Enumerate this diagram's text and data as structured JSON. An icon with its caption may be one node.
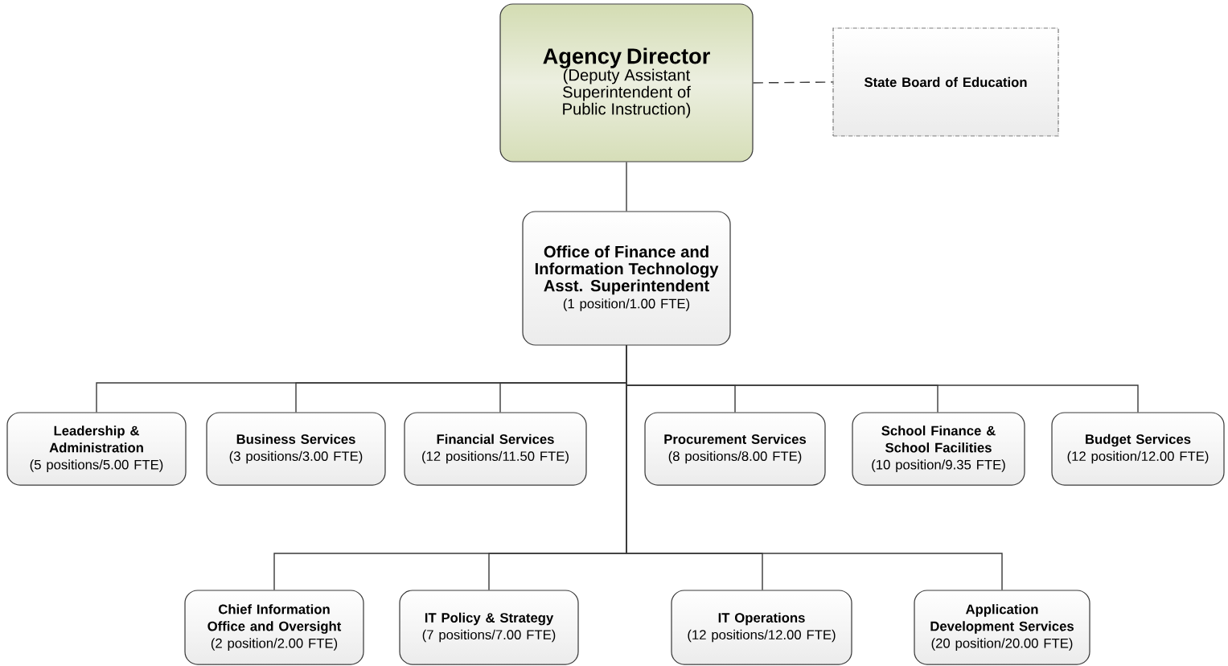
{
  "diagram": {
    "nodes": [
      {
        "text": [
          "Agency Director",
          "(Deputy Assistant Superintendent of Public Instruction)"
        ]
      },
      {
        "text": [
          "State Board of Education"
        ]
      },
      {
        "text": [
          "Office of Finance and Information Technology",
          "Asst. Superintendent",
          "(1 position/1.00 FTE)"
        ]
      },
      {
        "text": [
          "Leadership & Administration",
          "(5 positions/5.00 FTE)"
        ]
      },
      {
        "text": [
          "Business Services",
          "(3 positions/3.00 FTE)"
        ]
      },
      {
        "text": [
          "Financial Services",
          "(12 positions/11.50 FTE)"
        ]
      },
      {
        "text": [
          "Procurement Services",
          "(8 positions/8.00 FTE)"
        ]
      },
      {
        "text": [
          "School Finance & School Facilities",
          "(10 position/9.35 FTE)"
        ]
      },
      {
        "text": [
          "Budget Services",
          "(12 position/12.00 FTE)"
        ]
      },
      {
        "text": [
          "Chief Information Office and Oversight",
          "(2 position/2.00 FTE)"
        ]
      },
      {
        "text": [
          "IT Policy & Strategy",
          "(7 positions/7.00 FTE)"
        ]
      },
      {
        "text": [
          "IT Operations",
          "(12 positions/12.00 FTE)"
        ]
      },
      {
        "text": [
          "Application Development Services",
          "(20 position/20.00 FTE)"
        ]
      }
    ],
    "edges": [
      {
        "from": 0,
        "to": 1,
        "arrow": "none",
        "style": "dashed"
      },
      {
        "from": 0,
        "to": 2,
        "arrow": "none"
      },
      {
        "from": 2,
        "to": 3,
        "arrow": "none"
      },
      {
        "from": 2,
        "to": 4,
        "arrow": "none"
      },
      {
        "from": 2,
        "to": 5,
        "arrow": "none"
      },
      {
        "from": 2,
        "to": 6,
        "arrow": "none"
      },
      {
        "from": 2,
        "to": 7,
        "arrow": "none"
      },
      {
        "from": 2,
        "to": 8,
        "arrow": "none"
      },
      {
        "from": 2,
        "to": 9,
        "arrow": "none"
      },
      {
        "from": 2,
        "to": 10,
        "arrow": "none"
      },
      {
        "from": 2,
        "to": 11,
        "arrow": "none"
      },
      {
        "from": 2,
        "to": 12,
        "arrow": "none"
      }
    ]
  }
}
